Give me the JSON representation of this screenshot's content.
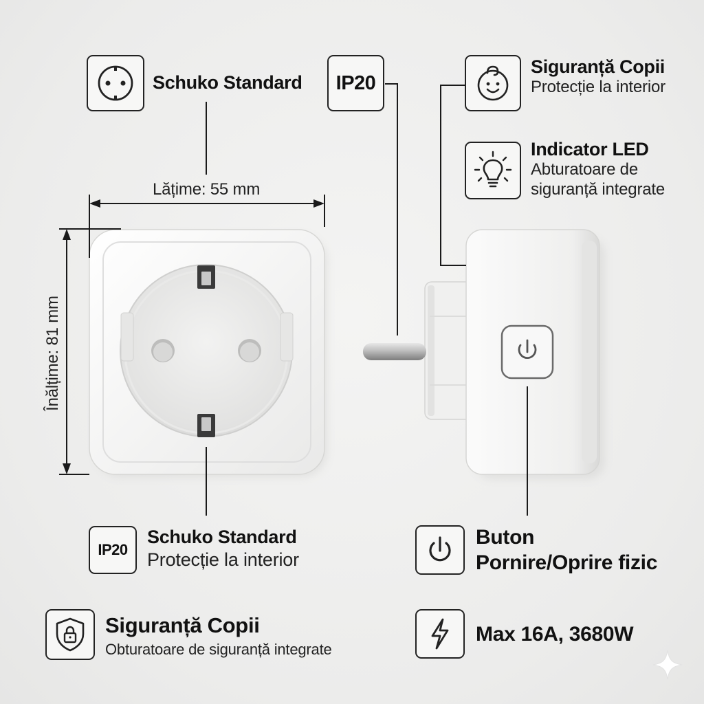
{
  "callouts": {
    "schuko_top": {
      "title": "Schuko Standard",
      "icon": "schuko-socket-icon"
    },
    "ip20_top": {
      "badge": "IP20"
    },
    "child_safety_top": {
      "title": "Siguranță Copii",
      "subtitle": "Protecție la interior",
      "icon": "baby-face-icon"
    },
    "led_indicator": {
      "title": "Indicator LED",
      "subtitle_line1": "Abturatoare de",
      "subtitle_line2": "siguranță integrate",
      "icon": "lightbulb-icon"
    }
  },
  "dimensions": {
    "width_label": "Lățime: 55 mm",
    "height_label": "Înălțime: 81 mm"
  },
  "features": [
    {
      "id": "ip20",
      "badge": "IP20",
      "title": "Schuko Standard",
      "subtitle": "Protecție la interior"
    },
    {
      "id": "power",
      "title_line1": "Buton",
      "title_line2": "Pornire/Oprire fizic",
      "icon": "power-icon"
    },
    {
      "id": "child_safety",
      "title": "Siguranță Copii",
      "subtitle": "Obturatoare de siguranță integrate",
      "icon": "shield-lock-icon"
    },
    {
      "id": "max_power",
      "title": "Max 16A, 3680W",
      "icon": "lightning-icon"
    }
  ],
  "colors": {
    "line": "#1a1a1a",
    "plug_body": "#f6f6f5",
    "plug_shadow": "#d8d8d6",
    "icon_stroke": "#222222"
  }
}
